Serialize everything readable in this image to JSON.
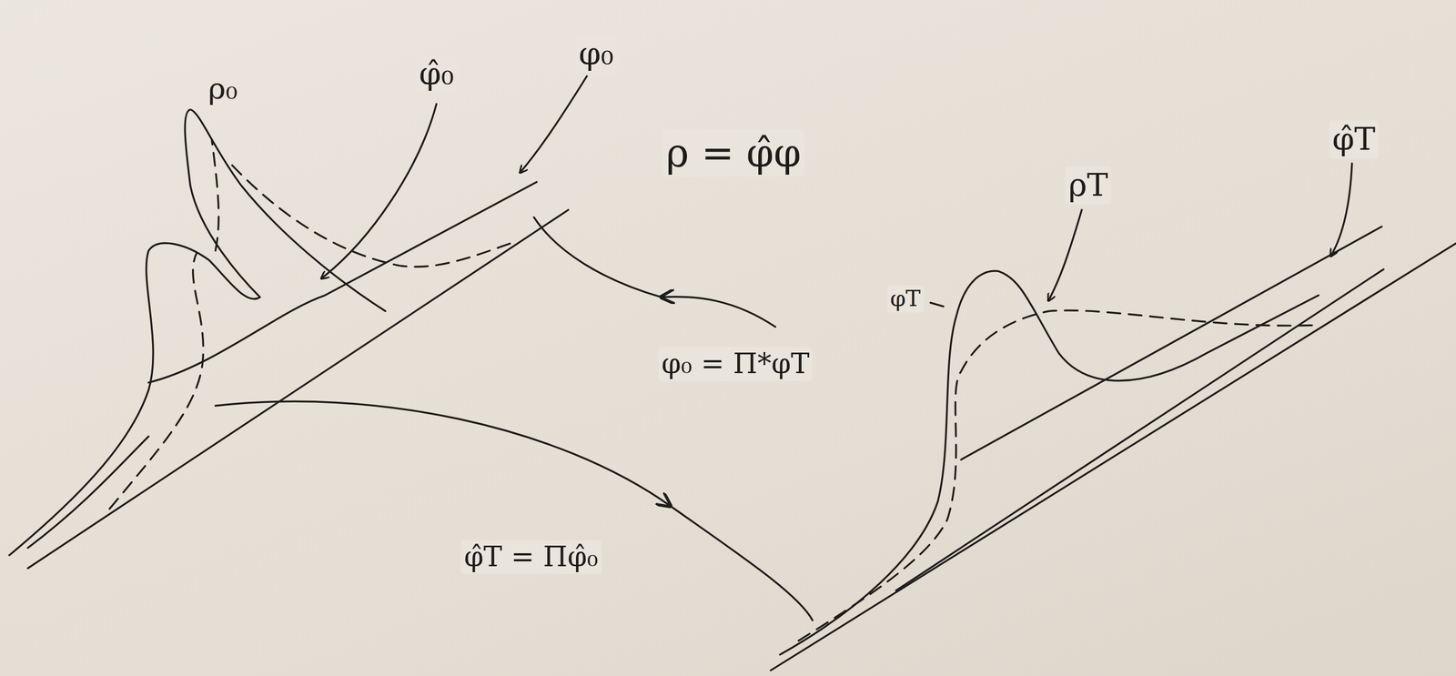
{
  "diagram": {
    "labels": [
      "φ̂₀",
      "φ₀",
      "ρ₀",
      "ρ = φ̂φ",
      "ρT",
      "φ̂T",
      "φT",
      "φ₀ = Π*φT",
      "φ̂T = Πφ̂₀"
    ]
  }
}
